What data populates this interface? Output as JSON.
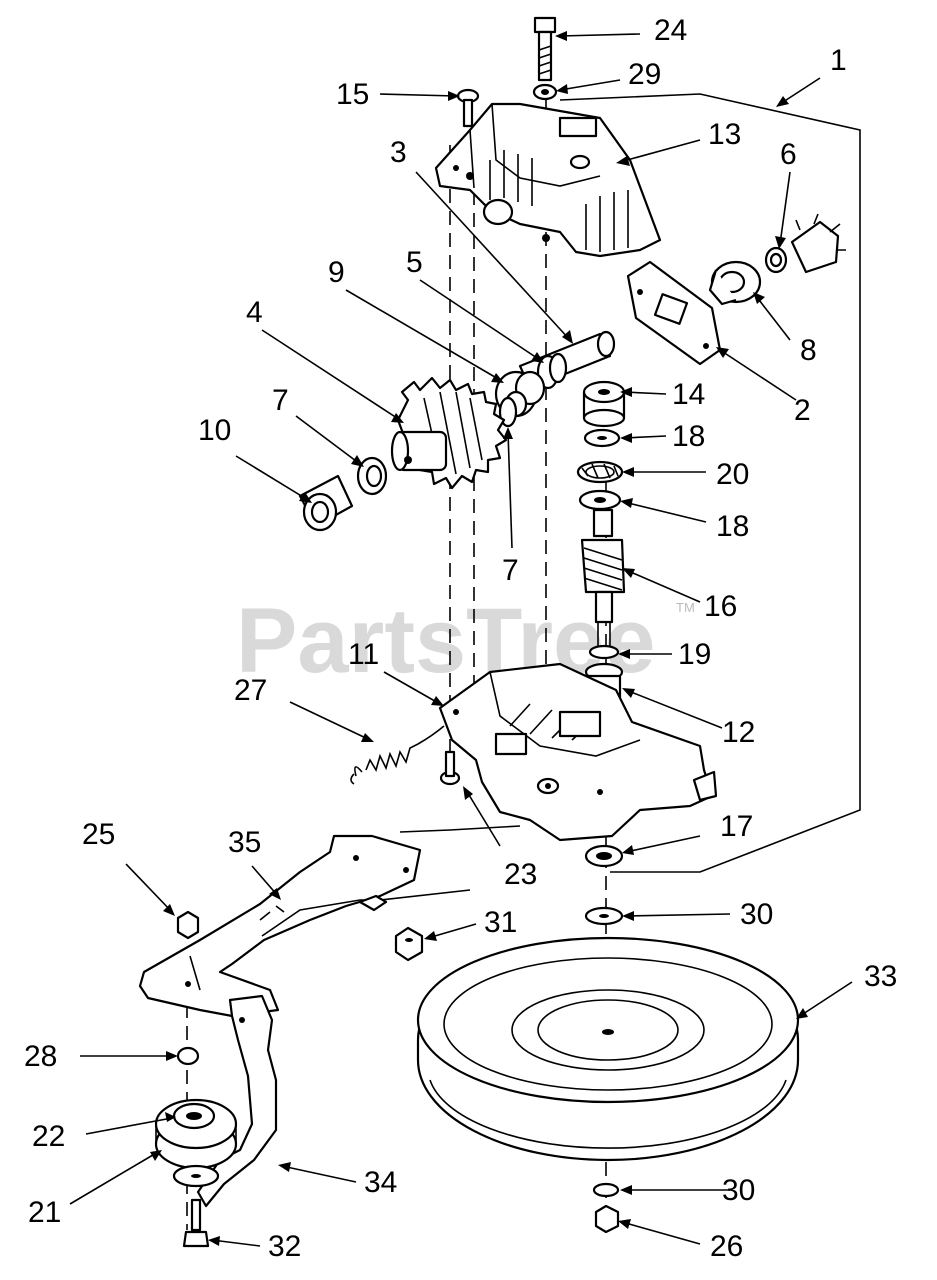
{
  "watermark": {
    "text": "PartsTree",
    "trademark": "TM"
  },
  "callouts": [
    {
      "id": "c1",
      "label": "1"
    },
    {
      "id": "c2",
      "label": "2"
    },
    {
      "id": "c3",
      "label": "3"
    },
    {
      "id": "c4",
      "label": "4"
    },
    {
      "id": "c5",
      "label": "5"
    },
    {
      "id": "c6",
      "label": "6"
    },
    {
      "id": "c7a",
      "label": "7"
    },
    {
      "id": "c7b",
      "label": "7"
    },
    {
      "id": "c8",
      "label": "8"
    },
    {
      "id": "c9",
      "label": "9"
    },
    {
      "id": "c10",
      "label": "10"
    },
    {
      "id": "c11",
      "label": "11"
    },
    {
      "id": "c12",
      "label": "12"
    },
    {
      "id": "c13",
      "label": "13"
    },
    {
      "id": "c14",
      "label": "14"
    },
    {
      "id": "c15",
      "label": "15"
    },
    {
      "id": "c16",
      "label": "16"
    },
    {
      "id": "c17",
      "label": "17"
    },
    {
      "id": "c18a",
      "label": "18"
    },
    {
      "id": "c18b",
      "label": "18"
    },
    {
      "id": "c19",
      "label": "19"
    },
    {
      "id": "c20",
      "label": "20"
    },
    {
      "id": "c21",
      "label": "21"
    },
    {
      "id": "c22",
      "label": "22"
    },
    {
      "id": "c23",
      "label": "23"
    },
    {
      "id": "c24",
      "label": "24"
    },
    {
      "id": "c25",
      "label": "25"
    },
    {
      "id": "c26",
      "label": "26"
    },
    {
      "id": "c27",
      "label": "27"
    },
    {
      "id": "c28",
      "label": "28"
    },
    {
      "id": "c29",
      "label": "29"
    },
    {
      "id": "c30a",
      "label": "30"
    },
    {
      "id": "c30b",
      "label": "30"
    },
    {
      "id": "c31",
      "label": "31"
    },
    {
      "id": "c32",
      "label": "32"
    },
    {
      "id": "c33",
      "label": "33"
    },
    {
      "id": "c34",
      "label": "34"
    },
    {
      "id": "c35",
      "label": "35"
    }
  ]
}
